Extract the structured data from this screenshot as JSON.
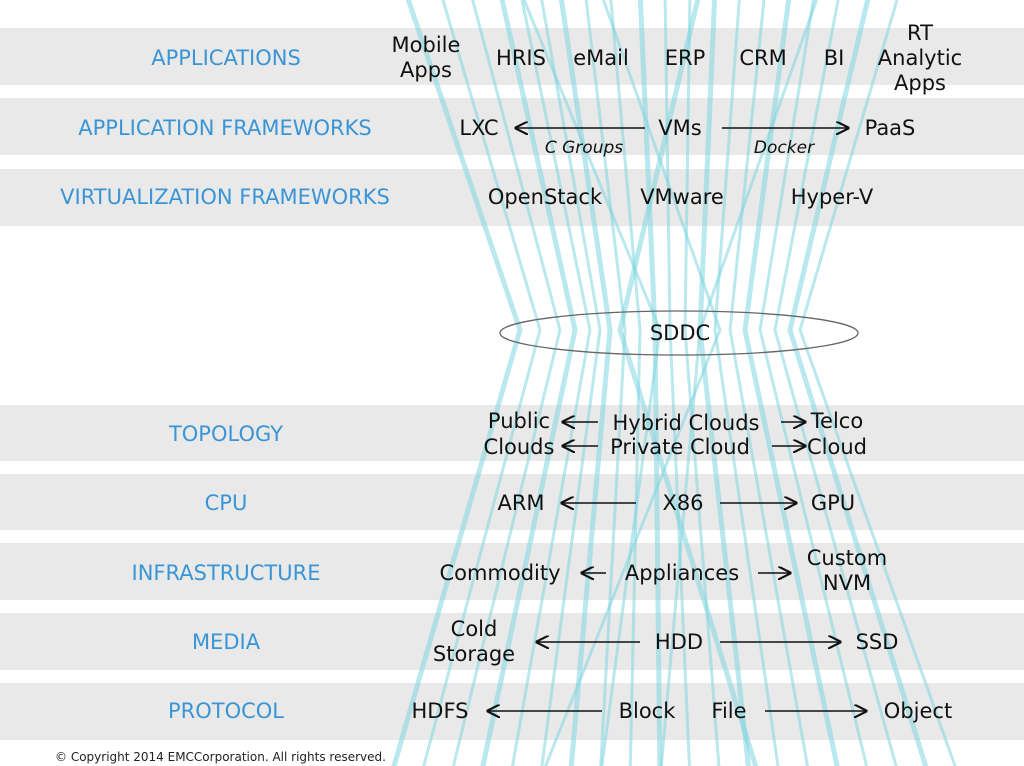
{
  "categories": {
    "applications": "APPLICATIONS",
    "app_frameworks": "APPLICATION FRAMEWORKS",
    "virt_frameworks": "VIRTUALIZATION FRAMEWORKS",
    "topology": "TOPOLOGY",
    "cpu": "CPU",
    "infrastructure": "INFRASTRUCTURE",
    "media": "MEDIA",
    "protocol": "PROTOCOL"
  },
  "applications": {
    "mobile_l1": "Mobile",
    "mobile_l2": "Apps",
    "hris": "HRIS",
    "email": "eMail",
    "erp": "ERP",
    "crm": "CRM",
    "bi": "BI",
    "rt_l1": "RT",
    "rt_l2": "Analytic",
    "rt_l3": "Apps"
  },
  "app_frameworks": {
    "lxc": "LXC",
    "vms": "VMs",
    "paas": "PaaS",
    "cgroups": "C Groups",
    "docker": "Docker"
  },
  "virt_frameworks": {
    "openstack": "OpenStack",
    "vmware": "VMware",
    "hyperv": "Hyper-V"
  },
  "center": {
    "sddc": "SDDC"
  },
  "topology": {
    "public": "Public",
    "clouds": "Clouds",
    "hybrid": "Hybrid Clouds",
    "private": "Private Cloud",
    "telco": "Telco",
    "cloud": "Cloud"
  },
  "cpu": {
    "arm": "ARM",
    "x86": "X86",
    "gpu": "GPU"
  },
  "infrastructure": {
    "commodity": "Commodity",
    "appliances": "Appliances",
    "custom_l1": "Custom",
    "custom_l2": "NVM"
  },
  "media": {
    "cold_l1": "Cold",
    "cold_l2": "Storage",
    "hdd": "HDD",
    "ssd": "SSD"
  },
  "protocol": {
    "hdfs": "HDFS",
    "block": "Block",
    "file": "File",
    "object": "Object"
  },
  "footer": {
    "copyright": "© Copyright 2014 EMCCorporation. All rights reserved."
  },
  "colors": {
    "band": "#e9e9e9",
    "category_text": "#3a95d6",
    "beam": "#7fd6e0"
  }
}
